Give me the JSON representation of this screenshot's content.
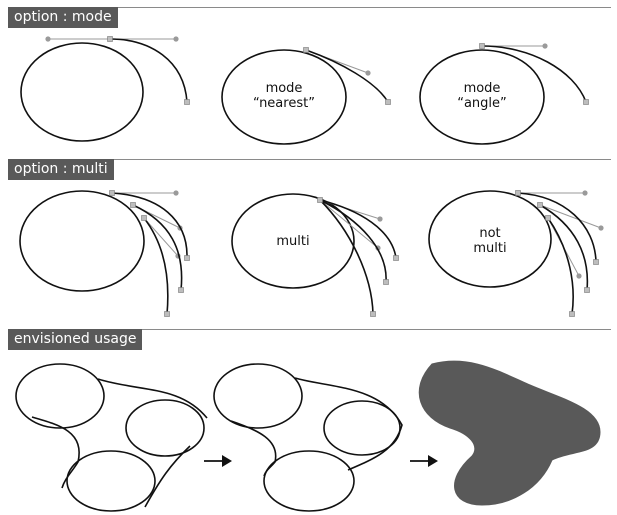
{
  "sections": [
    {
      "label": "option : mode"
    },
    {
      "label": "option : multi"
    },
    {
      "label": "envisioned usage"
    }
  ],
  "mode_examples": [
    {
      "lines": []
    },
    {
      "lines": [
        "mode",
        "“nearest”"
      ]
    },
    {
      "lines": [
        "mode",
        "“angle”"
      ]
    }
  ],
  "multi_examples": [
    {
      "lines": []
    },
    {
      "lines": [
        "multi"
      ]
    },
    {
      "lines": [
        "not",
        "multi"
      ]
    }
  ],
  "icons": {
    "arrow": "right-arrow-icon"
  },
  "colors": {
    "label_bg": "#595959",
    "label_text": "#ffffff",
    "stroke": "#111111",
    "handle": "#999999",
    "blob_fill": "#595959"
  }
}
